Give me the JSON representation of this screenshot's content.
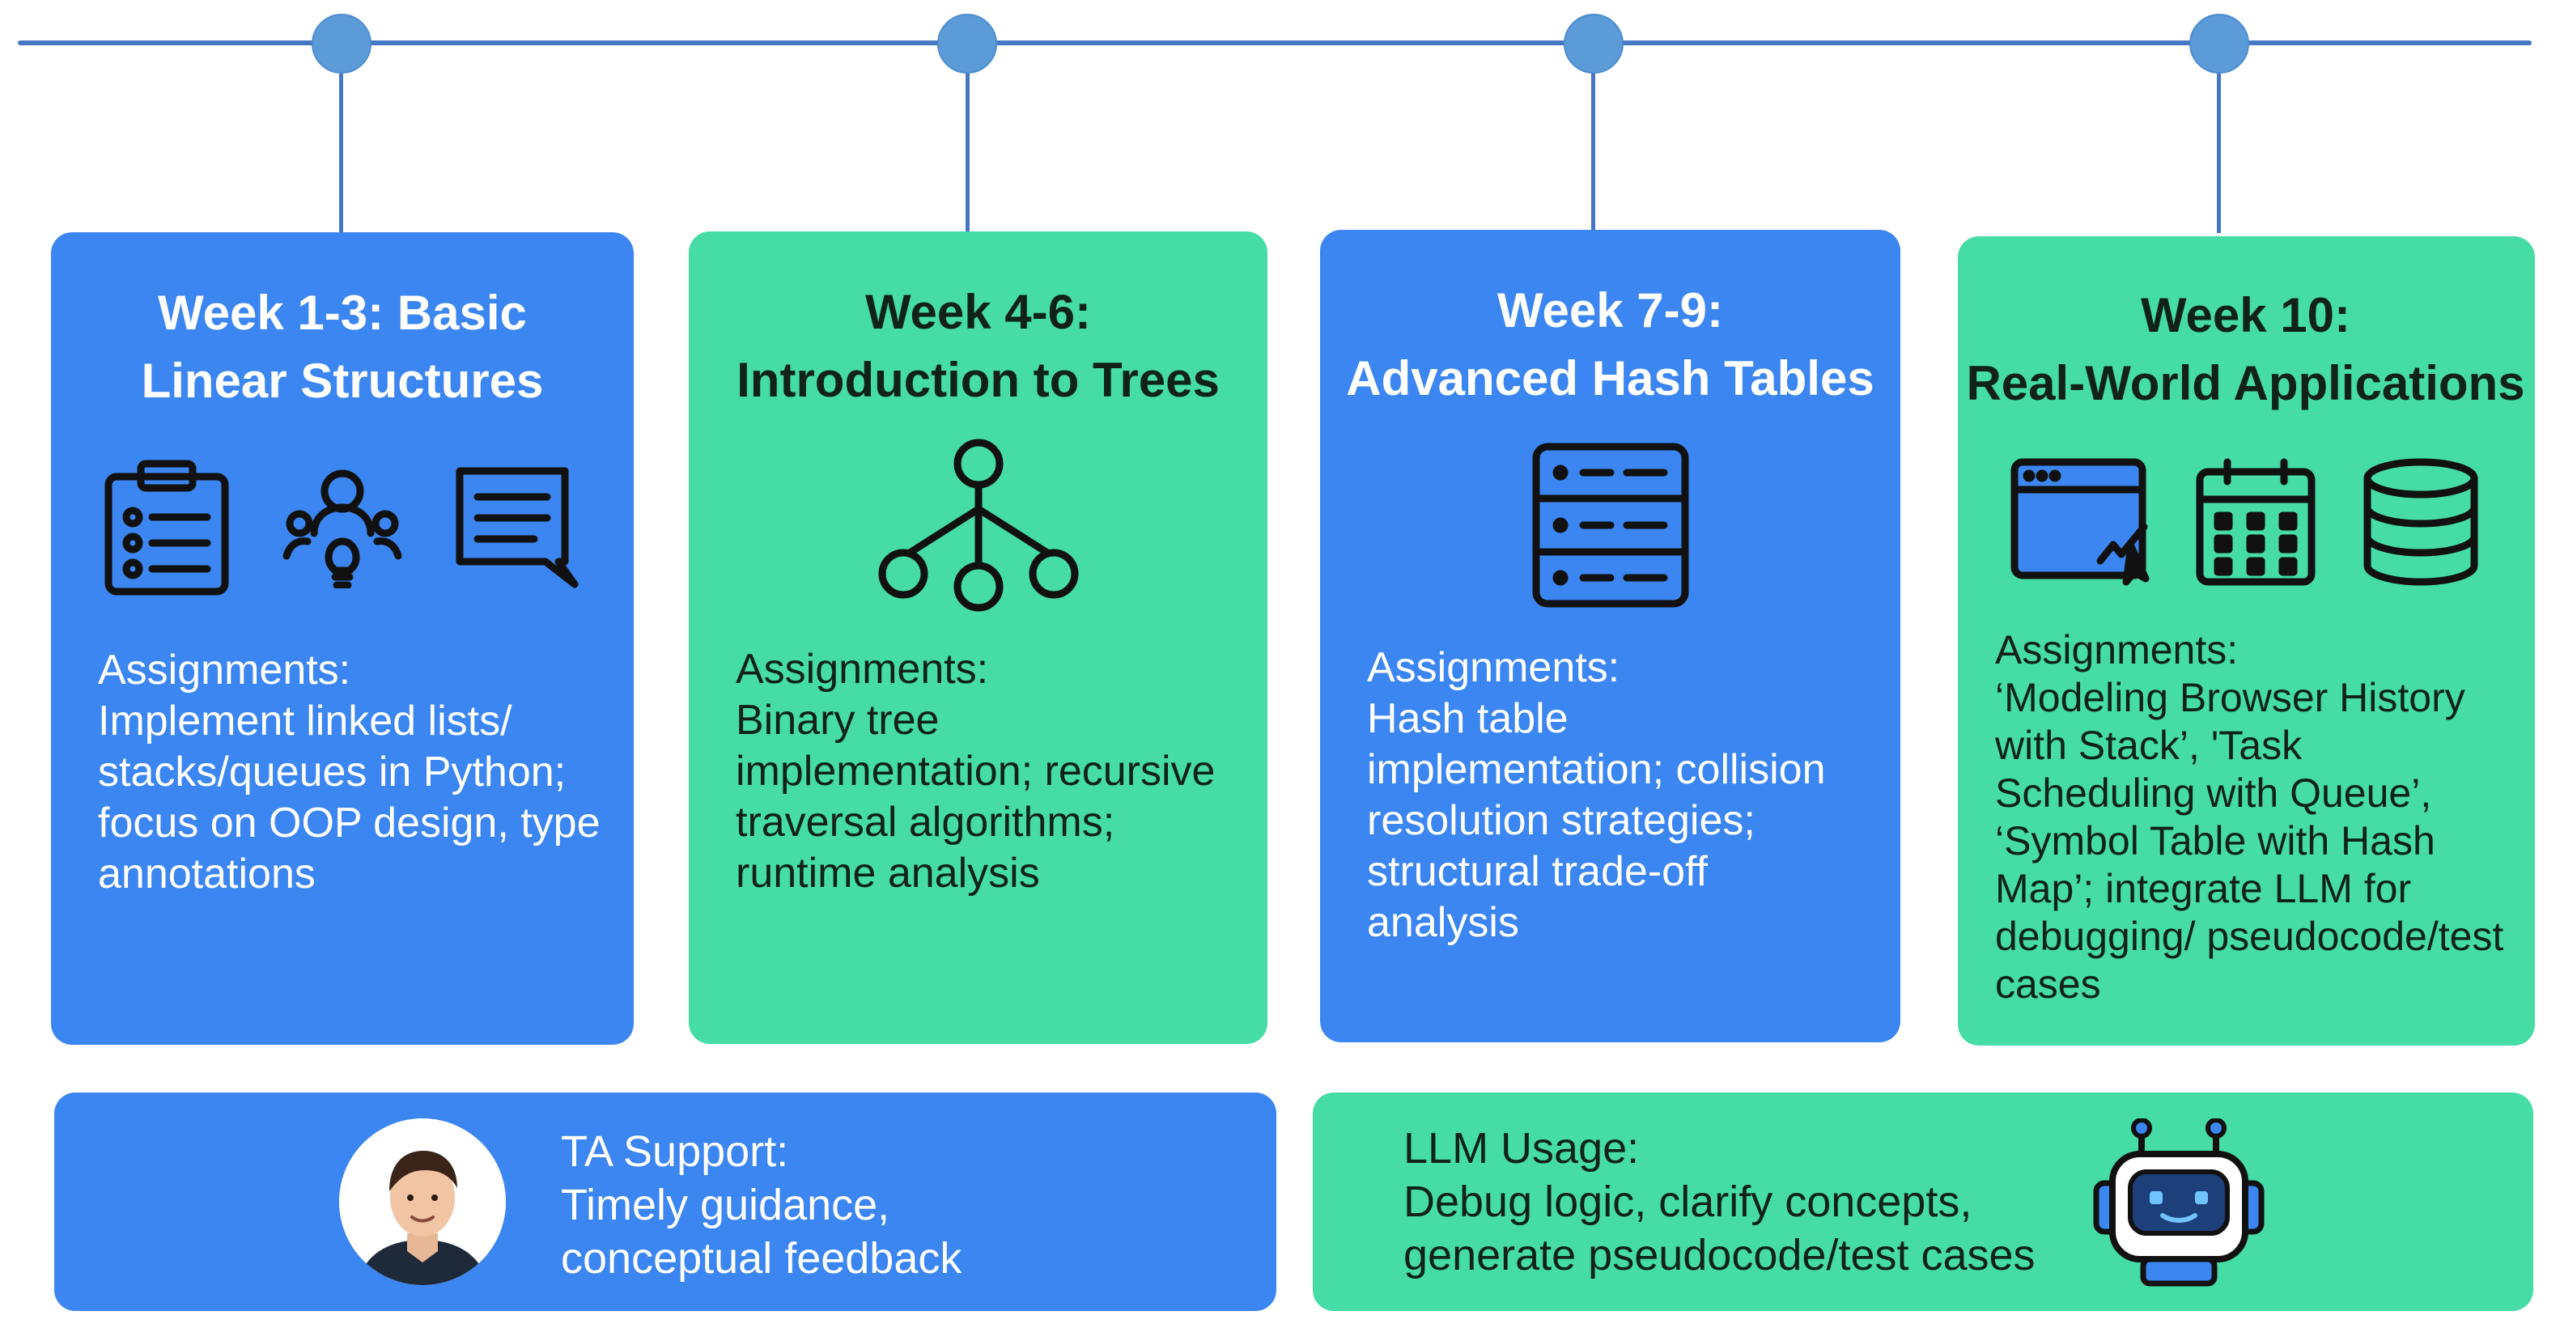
{
  "timeline": {
    "weeks": [
      {
        "title": "Week 1-3: Basic\nLinear Structures",
        "icons": [
          "clipboard-list-icon",
          "team-lightbulb-icon",
          "chat-document-icon"
        ],
        "assignments_label": "Assignments:",
        "assignments_text": "Implement linked lists/ stacks/queues in Python; focus on OOP design, type annotations"
      },
      {
        "title": "Week 4-6:\nIntroduction to Trees",
        "icons": [
          "tree-structure-icon"
        ],
        "assignments_label": "Assignments:",
        "assignments_text": "Binary tree implementation; recursive traversal algorithms; runtime analysis"
      },
      {
        "title": "Week 7-9:\nAdvanced Hash Tables",
        "icons": [
          "server-table-icon"
        ],
        "assignments_label": "Assignments:",
        "assignments_text": "Hash table implementation; collision resolution strategies; structural trade-off analysis"
      },
      {
        "title": "Week 10:\nReal-World Applications",
        "icons": [
          "browser-window-icon",
          "calendar-icon",
          "database-icon"
        ],
        "assignments_label": "Assignments:",
        "assignments_text": "‘Modeling Browser History with Stack’, 'Task Scheduling with Queue’, ‘Symbol Table with Hash Map’; integrate LLM for debugging/ pseudocode/test cases"
      }
    ]
  },
  "support": {
    "ta": {
      "label": "TA Support:",
      "text": "Timely guidance, conceptual feedback",
      "icon": "student-avatar"
    },
    "llm": {
      "label": "LLM Usage:",
      "text": "Debug logic, clarify concepts, generate pseudocode/test cases",
      "icon": "robot-icon"
    }
  },
  "colors": {
    "blue_card": "#3b86f0",
    "green_card": "#45dca6",
    "timeline": "#4677c4",
    "node": "#5b9bd8"
  }
}
